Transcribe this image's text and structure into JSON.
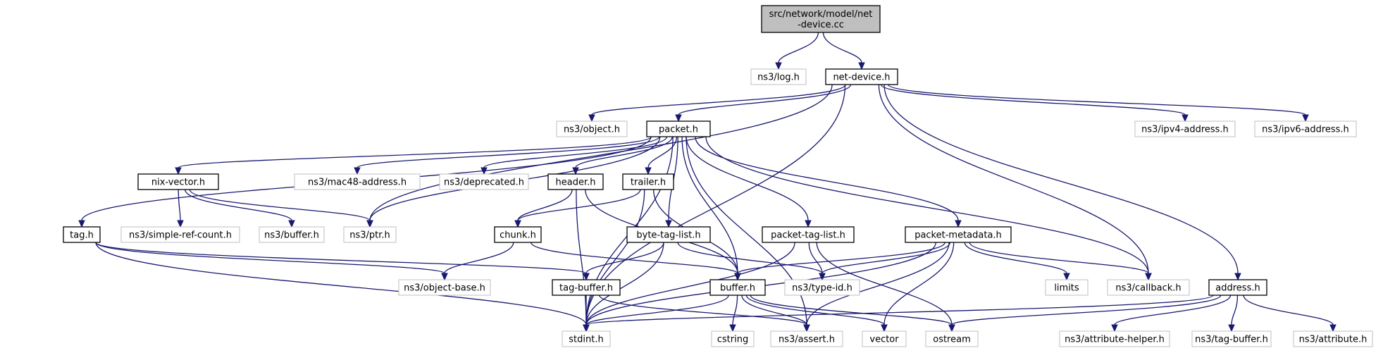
{
  "graph": {
    "nodes": [
      {
        "id": "root",
        "lines": [
          "src/network/model/net",
          "-device.cc"
        ],
        "style": "root"
      },
      {
        "id": "log",
        "lines": [
          "ns3/log.h"
        ],
        "style": "ext"
      },
      {
        "id": "netdevice",
        "lines": [
          "net-device.h"
        ],
        "style": "file"
      },
      {
        "id": "object",
        "lines": [
          "ns3/object.h"
        ],
        "style": "ext"
      },
      {
        "id": "packet",
        "lines": [
          "packet.h"
        ],
        "style": "file"
      },
      {
        "id": "ipv4",
        "lines": [
          "ns3/ipv4-address.h"
        ],
        "style": "ext"
      },
      {
        "id": "ipv6",
        "lines": [
          "ns3/ipv6-address.h"
        ],
        "style": "ext"
      },
      {
        "id": "nixvector",
        "lines": [
          "nix-vector.h"
        ],
        "style": "file"
      },
      {
        "id": "mac48",
        "lines": [
          "ns3/mac48-address.h"
        ],
        "style": "ext"
      },
      {
        "id": "deprecated",
        "lines": [
          "ns3/deprecated.h"
        ],
        "style": "ext"
      },
      {
        "id": "header",
        "lines": [
          "header.h"
        ],
        "style": "file"
      },
      {
        "id": "trailer",
        "lines": [
          "trailer.h"
        ],
        "style": "file"
      },
      {
        "id": "tag",
        "lines": [
          "tag.h"
        ],
        "style": "file"
      },
      {
        "id": "simpleref",
        "lines": [
          "ns3/simple-ref-count.h"
        ],
        "style": "ext"
      },
      {
        "id": "ns3buffer",
        "lines": [
          "ns3/buffer.h"
        ],
        "style": "ext"
      },
      {
        "id": "ptr",
        "lines": [
          "ns3/ptr.h"
        ],
        "style": "ext"
      },
      {
        "id": "chunk",
        "lines": [
          "chunk.h"
        ],
        "style": "file"
      },
      {
        "id": "bytetaglist",
        "lines": [
          "byte-tag-list.h"
        ],
        "style": "file"
      },
      {
        "id": "packettaglist",
        "lines": [
          "packet-tag-list.h"
        ],
        "style": "file"
      },
      {
        "id": "packetmetadata",
        "lines": [
          "packet-metadata.h"
        ],
        "style": "file"
      },
      {
        "id": "objectbase",
        "lines": [
          "ns3/object-base.h"
        ],
        "style": "ext"
      },
      {
        "id": "tagbuffer",
        "lines": [
          "tag-buffer.h"
        ],
        "style": "file"
      },
      {
        "id": "buffer",
        "lines": [
          "buffer.h"
        ],
        "style": "file"
      },
      {
        "id": "typeid",
        "lines": [
          "ns3/type-id.h"
        ],
        "style": "ext"
      },
      {
        "id": "limits",
        "lines": [
          "limits"
        ],
        "style": "ext"
      },
      {
        "id": "callback",
        "lines": [
          "ns3/callback.h"
        ],
        "style": "ext"
      },
      {
        "id": "address",
        "lines": [
          "address.h"
        ],
        "style": "file"
      },
      {
        "id": "stdint",
        "lines": [
          "stdint.h"
        ],
        "style": "ext"
      },
      {
        "id": "cstring",
        "lines": [
          "cstring"
        ],
        "style": "ext"
      },
      {
        "id": "assert",
        "lines": [
          "ns3/assert.h"
        ],
        "style": "ext"
      },
      {
        "id": "vector",
        "lines": [
          "vector"
        ],
        "style": "ext"
      },
      {
        "id": "ostream",
        "lines": [
          "ostream"
        ],
        "style": "ext"
      },
      {
        "id": "attrhelper",
        "lines": [
          "ns3/attribute-helper.h"
        ],
        "style": "ext"
      },
      {
        "id": "ns3tagbuffer",
        "lines": [
          "ns3/tag-buffer.h"
        ],
        "style": "ext"
      },
      {
        "id": "attribute",
        "lines": [
          "ns3/attribute.h"
        ],
        "style": "ext"
      }
    ],
    "edges": [
      [
        "root",
        "log"
      ],
      [
        "root",
        "netdevice"
      ],
      [
        "netdevice",
        "object"
      ],
      [
        "netdevice",
        "packet"
      ],
      [
        "netdevice",
        "ipv4"
      ],
      [
        "netdevice",
        "ipv6"
      ],
      [
        "netdevice",
        "callback"
      ],
      [
        "netdevice",
        "address"
      ],
      [
        "netdevice",
        "ptr"
      ],
      [
        "netdevice",
        "stdint"
      ],
      [
        "packet",
        "nixvector"
      ],
      [
        "packet",
        "mac48"
      ],
      [
        "packet",
        "deprecated"
      ],
      [
        "packet",
        "header"
      ],
      [
        "packet",
        "trailer"
      ],
      [
        "packet",
        "tag"
      ],
      [
        "packet",
        "ptr"
      ],
      [
        "packet",
        "bytetaglist"
      ],
      [
        "packet",
        "packettaglist"
      ],
      [
        "packet",
        "packetmetadata"
      ],
      [
        "packet",
        "buffer"
      ],
      [
        "packet",
        "callback"
      ],
      [
        "packet",
        "assert"
      ],
      [
        "packet",
        "stdint"
      ],
      [
        "nixvector",
        "simpleref"
      ],
      [
        "nixvector",
        "ns3buffer"
      ],
      [
        "nixvector",
        "ptr"
      ],
      [
        "header",
        "chunk"
      ],
      [
        "header",
        "buffer"
      ],
      [
        "header",
        "stdint"
      ],
      [
        "trailer",
        "chunk"
      ],
      [
        "trailer",
        "buffer"
      ],
      [
        "trailer",
        "stdint"
      ],
      [
        "tag",
        "objectbase"
      ],
      [
        "tag",
        "tagbuffer"
      ],
      [
        "tag",
        "stdint"
      ],
      [
        "chunk",
        "objectbase"
      ],
      [
        "chunk",
        "buffer"
      ],
      [
        "bytetaglist",
        "tagbuffer"
      ],
      [
        "bytetaglist",
        "typeid"
      ],
      [
        "bytetaglist",
        "stdint"
      ],
      [
        "packettaglist",
        "typeid"
      ],
      [
        "packettaglist",
        "stdint"
      ],
      [
        "packettaglist",
        "ostream"
      ],
      [
        "packetmetadata",
        "buffer"
      ],
      [
        "packetmetadata",
        "typeid"
      ],
      [
        "packetmetadata",
        "limits"
      ],
      [
        "packetmetadata",
        "callback"
      ],
      [
        "packetmetadata",
        "stdint"
      ],
      [
        "packetmetadata",
        "assert"
      ],
      [
        "packetmetadata",
        "vector"
      ],
      [
        "tagbuffer",
        "stdint"
      ],
      [
        "tagbuffer",
        "assert"
      ],
      [
        "buffer",
        "stdint"
      ],
      [
        "buffer",
        "cstring"
      ],
      [
        "buffer",
        "assert"
      ],
      [
        "buffer",
        "vector"
      ],
      [
        "buffer",
        "ostream"
      ],
      [
        "address",
        "stdint"
      ],
      [
        "address",
        "ostream"
      ],
      [
        "address",
        "attrhelper"
      ],
      [
        "address",
        "ns3tagbuffer"
      ],
      [
        "address",
        "attribute"
      ]
    ]
  }
}
